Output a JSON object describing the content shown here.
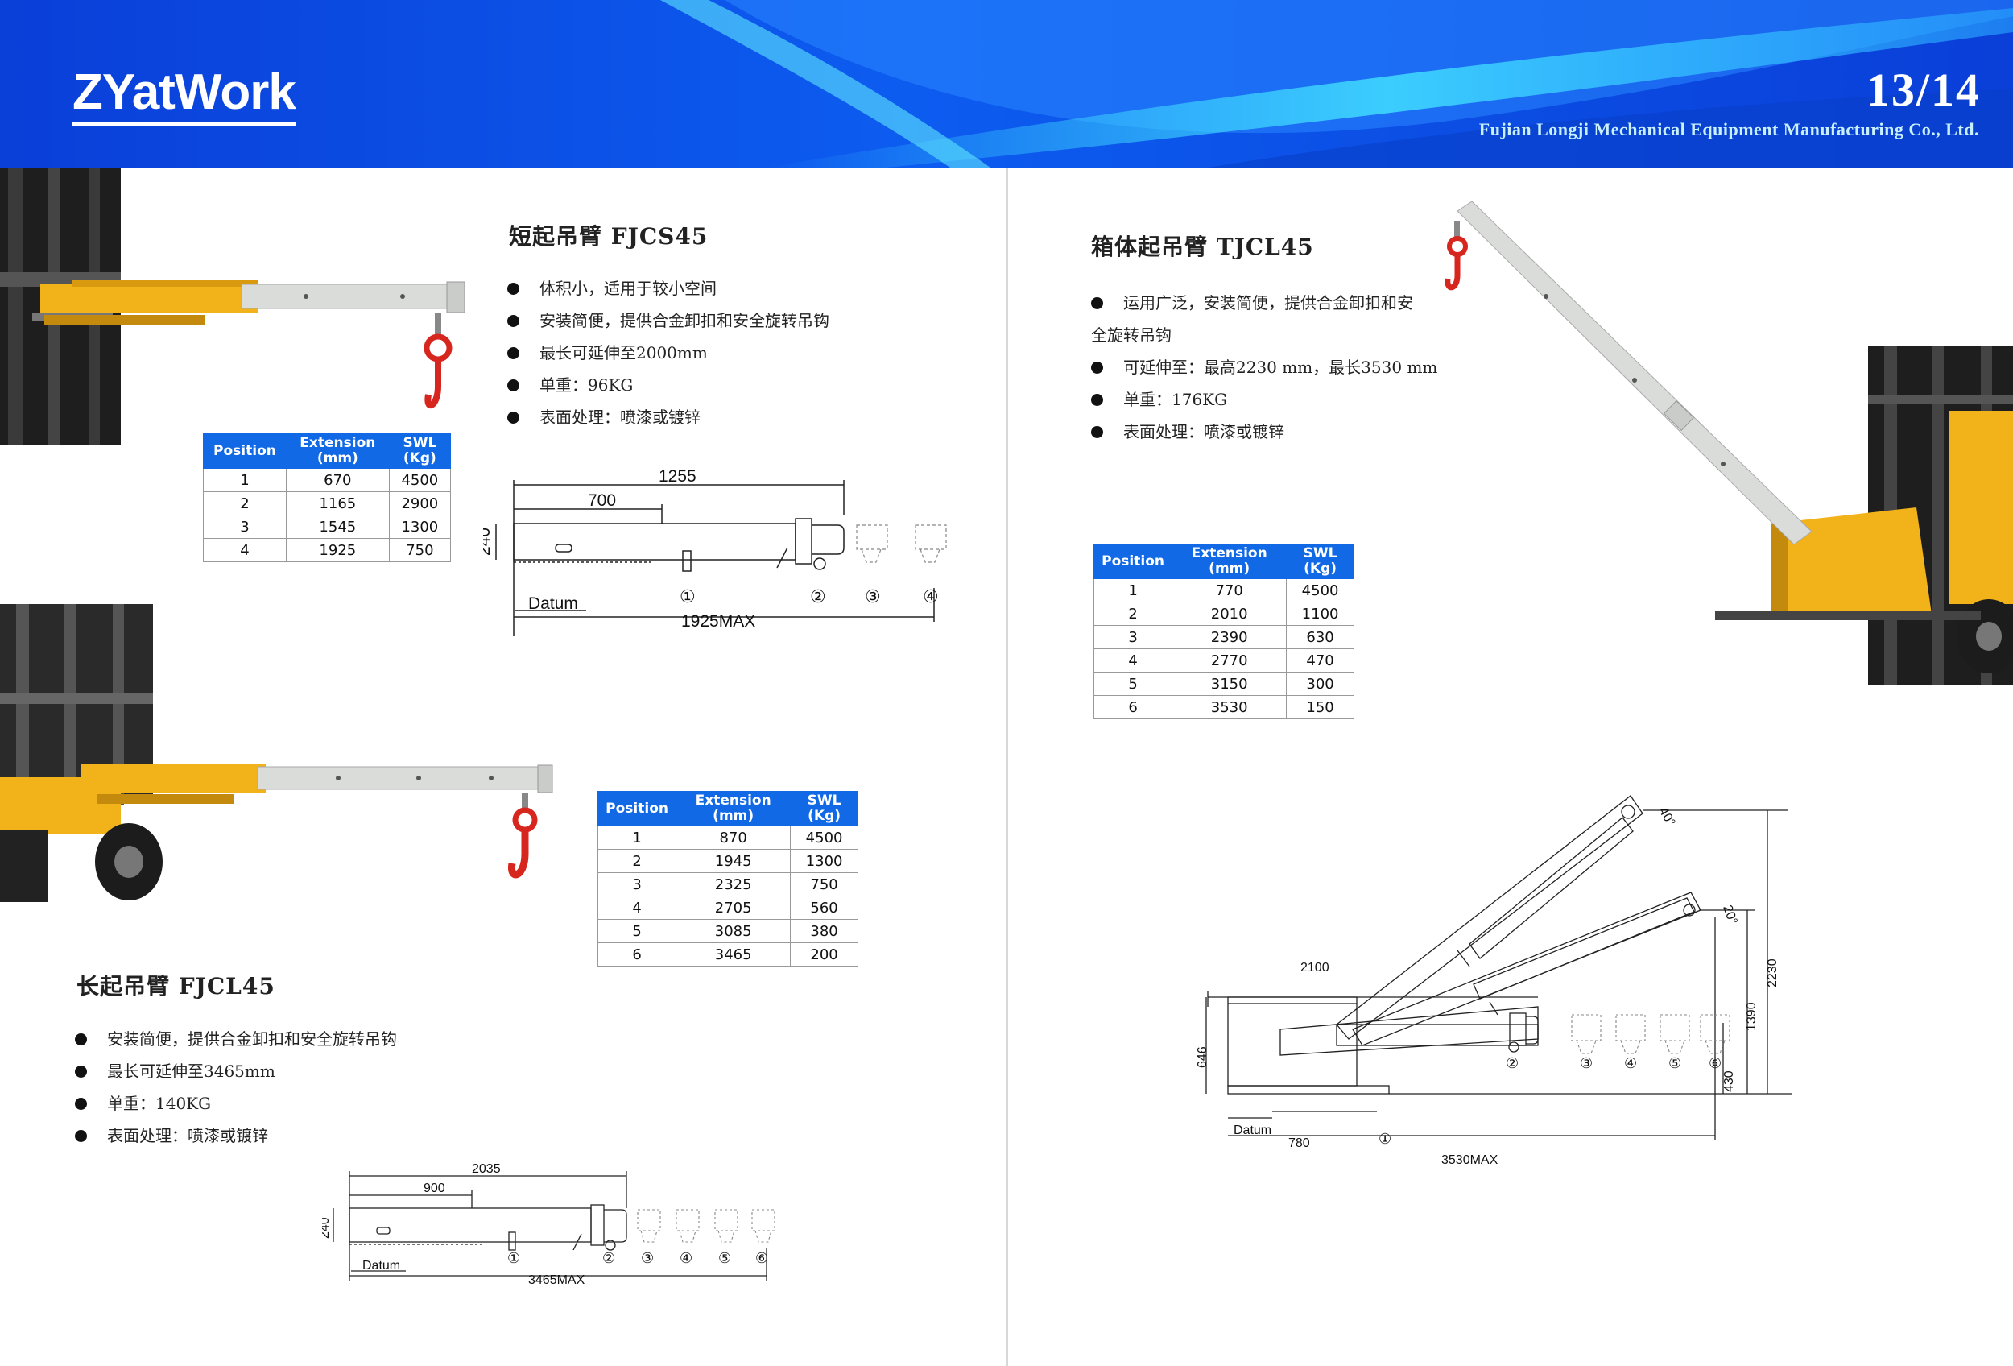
{
  "header": {
    "logo_text": "ZYatWork",
    "page_number": "13/14",
    "company_name": "Fujian Longji Mechanical Equipment Manufacturing Co., Ltd."
  },
  "colors": {
    "header_blue": "#0a4fe0",
    "header_light": "#35d3ff",
    "table_header_blue": "#1169e6",
    "boom_yellow": "#f2b31a",
    "boom_galv": "#d9dcd8",
    "hook_red": "#d7261e"
  },
  "fjcs45": {
    "title": "短起吊臂 FJCS45",
    "bullets": [
      "体积小，适用于较小空间",
      "安装简便，提供合金卸扣和安全旋转吊钩",
      "最长可延伸至2000mm",
      "单重：96KG",
      "表面处理：喷漆或镀锌"
    ],
    "table": {
      "headers": [
        "Position",
        "Extension (mm)",
        "SWL (Kg)"
      ],
      "rows": [
        [
          "1",
          "670",
          "4500"
        ],
        [
          "2",
          "1165",
          "2900"
        ],
        [
          "3",
          "1545",
          "1300"
        ],
        [
          "4",
          "1925",
          "750"
        ]
      ]
    },
    "drawing": {
      "dim_total": "1255",
      "dim_partial": "700",
      "dim_height": "240",
      "datum": "Datum",
      "max": "1925MAX",
      "markers": [
        "①",
        "②",
        "③",
        "④"
      ]
    }
  },
  "fjcl45": {
    "title": "长起吊臂 FJCL45",
    "bullets": [
      "安装简便，提供合金卸扣和安全旋转吊钩",
      "最长可延伸至3465mm",
      "单重：140KG",
      "表面处理：喷漆或镀锌"
    ],
    "table": {
      "headers": [
        "Position",
        "Extension (mm)",
        "SWL (Kg)"
      ],
      "rows": [
        [
          "1",
          "870",
          "4500"
        ],
        [
          "2",
          "1945",
          "1300"
        ],
        [
          "3",
          "2325",
          "750"
        ],
        [
          "4",
          "2705",
          "560"
        ],
        [
          "5",
          "3085",
          "380"
        ],
        [
          "6",
          "3465",
          "200"
        ]
      ]
    },
    "drawing": {
      "dim_total": "2035",
      "dim_partial": "900",
      "dim_height": "240",
      "datum": "Datum",
      "max": "3465MAX",
      "markers": [
        "①",
        "②",
        "③",
        "④",
        "⑤",
        "⑥"
      ]
    }
  },
  "tjcl45": {
    "title": "箱体起吊臂 TJCL45",
    "bullets": [
      "运用广泛，安装简便，提供合金卸扣和安",
      "全旋转吊钩",
      "可延伸至：最高2230 mm，最长3530 mm",
      "单重：176KG",
      "表面处理：喷漆或镀锌"
    ],
    "table": {
      "headers": [
        "Position",
        "Extension (mm)",
        "SWL (Kg)"
      ],
      "rows": [
        [
          "1",
          "770",
          "4500"
        ],
        [
          "2",
          "2010",
          "1100"
        ],
        [
          "3",
          "2390",
          "630"
        ],
        [
          "4",
          "2770",
          "470"
        ],
        [
          "5",
          "3150",
          "300"
        ],
        [
          "6",
          "3530",
          "150"
        ]
      ]
    },
    "drawing": {
      "angle_upper": "40°",
      "angle_lower": "20°",
      "dim_width": "2100",
      "dim_height": "646",
      "dim_2230": "2230",
      "dim_1390": "1390",
      "dim_430": "430",
      "dim_780": "780",
      "datum": "Datum",
      "max": "3530MAX",
      "markers": [
        "①",
        "②",
        "③",
        "④",
        "⑤",
        "⑥"
      ]
    }
  }
}
